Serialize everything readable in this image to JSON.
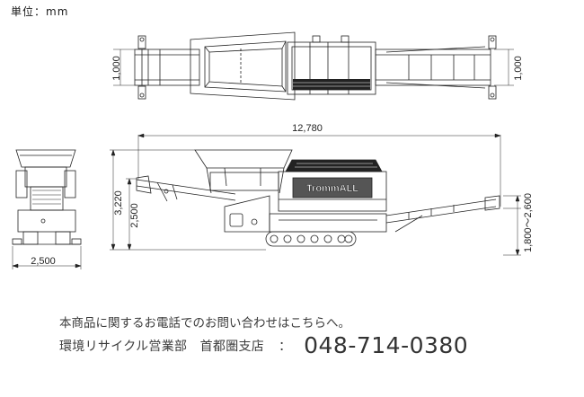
{
  "unit_label": "単位：mm",
  "dimensions": {
    "top_width_left": "1,000",
    "top_width_right": "1,000",
    "overall_length": "12,780",
    "front_height_total": "3,220",
    "front_height_body": "2,500",
    "discharge_height": "1,800～2,600",
    "front_width": "2,500"
  },
  "machine_logo": "TrommALL",
  "notice": "本商品に関するお電話でのお問い合わせはこちらへ。",
  "contact": {
    "department": "環境リサイクル営業部　首都圏支店",
    "colon": "：",
    "phone": "048-714-0380"
  }
}
